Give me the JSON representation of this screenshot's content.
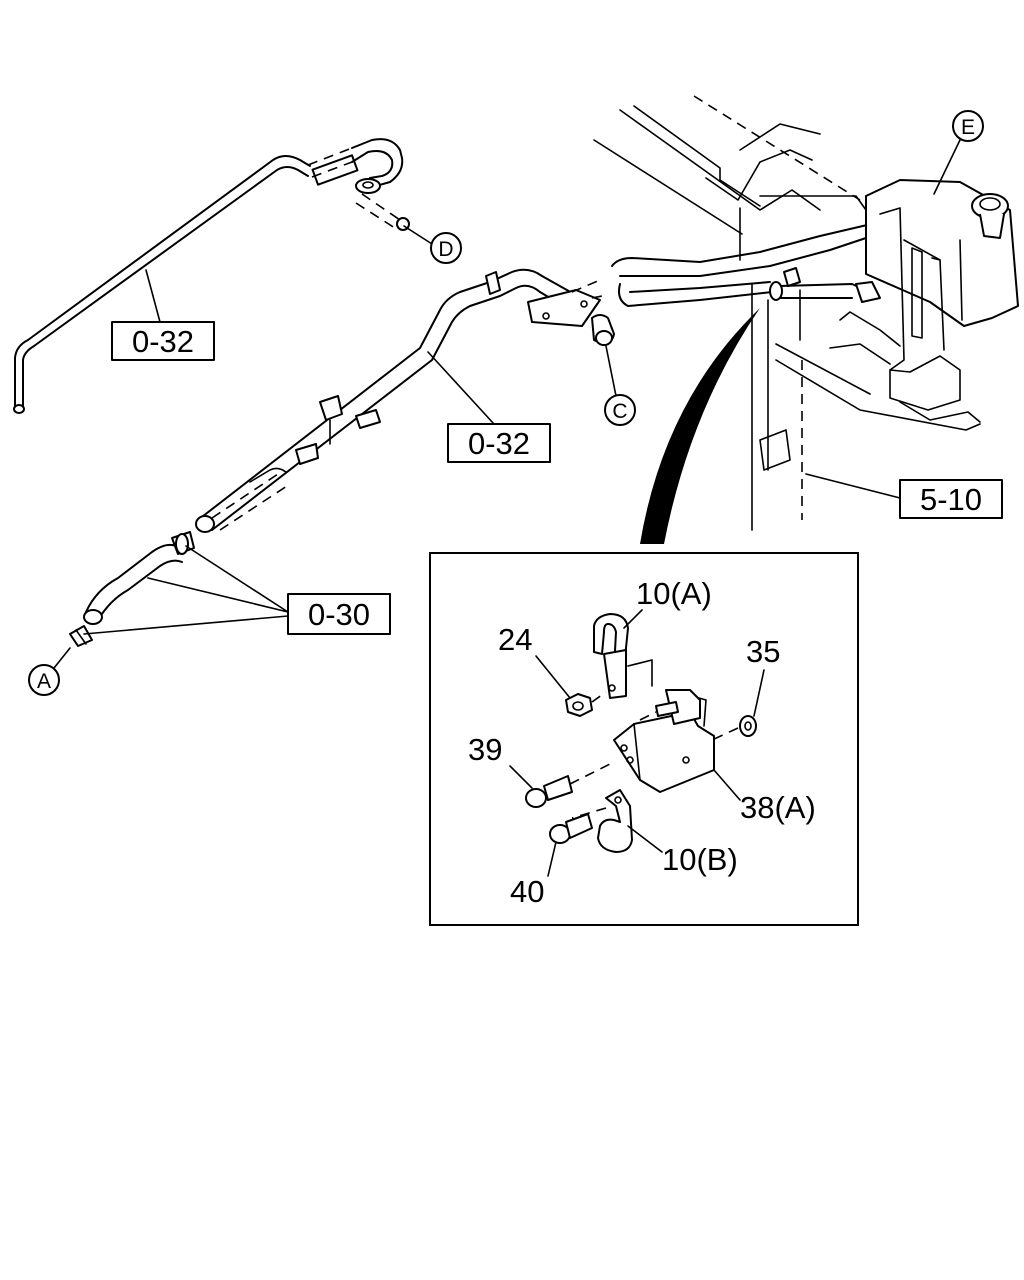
{
  "refs": {
    "r1": "0-32",
    "r2": "0-32",
    "r3": "0-30",
    "r4": "5-10"
  },
  "circles": {
    "a": "A",
    "c": "C",
    "d": "D",
    "e": "E"
  },
  "parts": {
    "p10a": "10(A)",
    "p24": "24",
    "p35": "35",
    "p39": "39",
    "p38a": "38(A)",
    "p10b": "10(B)",
    "p40": "40"
  }
}
